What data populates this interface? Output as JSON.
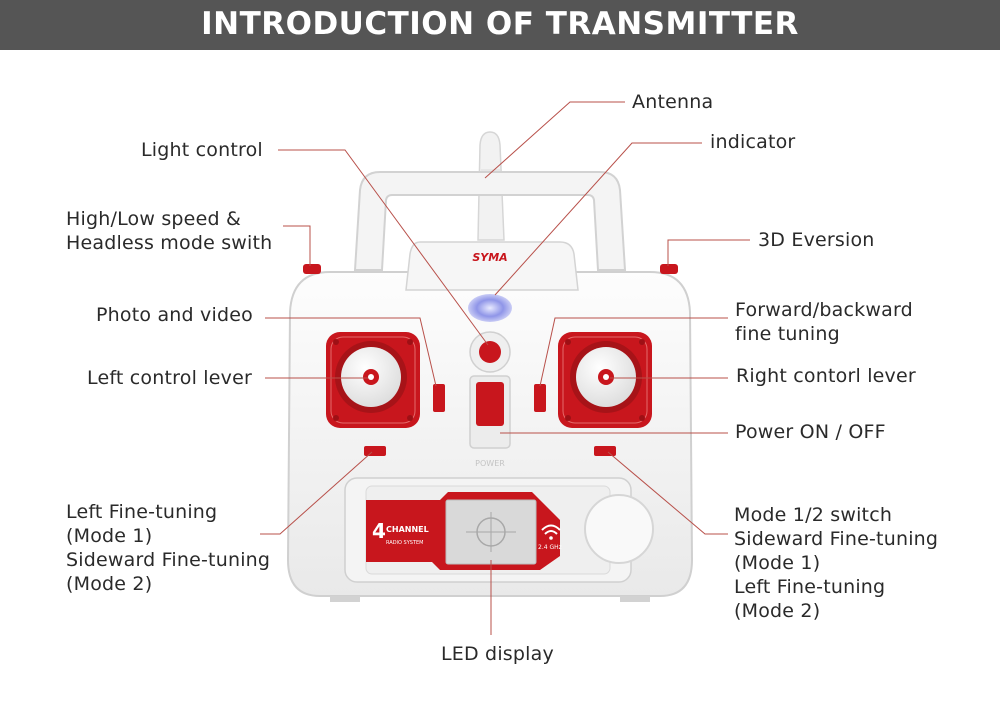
{
  "header": {
    "title": "INTRODUCTION OF TRANSMITTER"
  },
  "colors": {
    "header_bg": "#555555",
    "accent_red": "#c8161d",
    "leader_line": "#b8504a",
    "body_white": "#f7f7f7"
  },
  "device": {
    "brand": "SYMA",
    "screen_badge": "4",
    "screen_brand": "CHANNEL",
    "screen_sub": "RADIO SYSTEM",
    "freq": "2.4 GHz",
    "power_label": "POWER"
  },
  "labels": {
    "antenna": "Antenna",
    "indicator": "indicator",
    "light_control": "Light control",
    "speed_headless": "High/Low speed &\nHeadless mode swith",
    "eversion_3d": "3D Eversion",
    "photo_video": "Photo and video",
    "fb_fine_tuning": "Forward/backward\nfine tuning",
    "left_lever": "Left control lever",
    "right_lever": "Right contorl lever",
    "power": "Power ON / OFF",
    "left_fine": "Left Fine-tuning\n(Mode 1)\nSideward Fine-tuning\n(Mode 2)",
    "mode_switch": "Mode 1/2 switch\nSideward Fine-tuning\n(Mode 1)\nLeft Fine-tuning\n(Mode 2)",
    "led_display": "LED display"
  }
}
